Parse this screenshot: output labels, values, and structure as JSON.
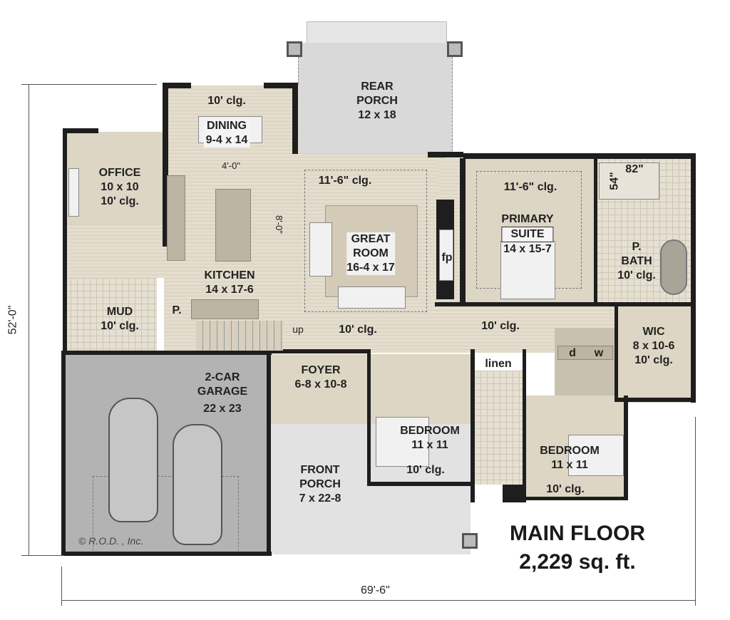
{
  "plan": {
    "title": "MAIN FLOOR",
    "area": "2,229 sq. ft.",
    "copyright": "© R.O.D. , Inc.",
    "dimensions": {
      "depth": "52'-0\"",
      "width": "69'-6\""
    },
    "colors": {
      "floor": "#ddd6c5",
      "wall": "#1e1e1e",
      "porch": "#d9d9d9",
      "garage": "#b3b3b3"
    }
  },
  "rooms": {
    "rear_porch": {
      "name1": "REAR",
      "name2": "PORCH",
      "size": "12 x 18"
    },
    "dining": {
      "ceiling": "10' clg.",
      "name": "DINING",
      "size": "9-4 x 14"
    },
    "office": {
      "name": "OFFICE",
      "size": "10 x 10",
      "ceiling": "10' clg."
    },
    "kitchen": {
      "name": "KITCHEN",
      "size": "14 x 17-6",
      "island_width": "4'-0\"",
      "island_length": "8'-0\""
    },
    "great_room": {
      "ceiling": "11'-6\" clg.",
      "name1": "GREAT",
      "name2": "ROOM",
      "size": "16-4 x 17",
      "fireplace": "fp",
      "hall_ceiling": "10' clg.",
      "stairs": "up"
    },
    "primary_suite": {
      "ceiling": "11'-6\" clg.",
      "name1": "PRIMARY",
      "name2": "SUITE",
      "size": "14 x 15-7"
    },
    "primary_bath": {
      "name1": "P.",
      "name2": "BATH",
      "ceiling": "10' clg.",
      "shower_width": "82\"",
      "shower_depth": "54\""
    },
    "hall": {
      "ceiling": "10' clg."
    },
    "wic": {
      "name": "WIC",
      "size": "8 x 10-6",
      "ceiling": "10' clg."
    },
    "laundry": {
      "dryer": "d",
      "washer": "w"
    },
    "linen": {
      "name": "linen"
    },
    "mud": {
      "name": "MUD",
      "ceiling": "10' clg."
    },
    "pantry": {
      "name": "P."
    },
    "foyer": {
      "name": "FOYER",
      "size": "6-8 x 10-8"
    },
    "garage": {
      "name1": "2-CAR",
      "name2": "GARAGE",
      "size": "22 x 23"
    },
    "front_porch": {
      "name1": "FRONT",
      "name2": "PORCH",
      "size": "7 x 22-8"
    },
    "bedroom1": {
      "name": "BEDROOM",
      "size": "11 x 11",
      "ceiling": "10' clg."
    },
    "bedroom2": {
      "name": "BEDROOM",
      "size": "11 x 11",
      "ceiling": "10' clg."
    }
  }
}
